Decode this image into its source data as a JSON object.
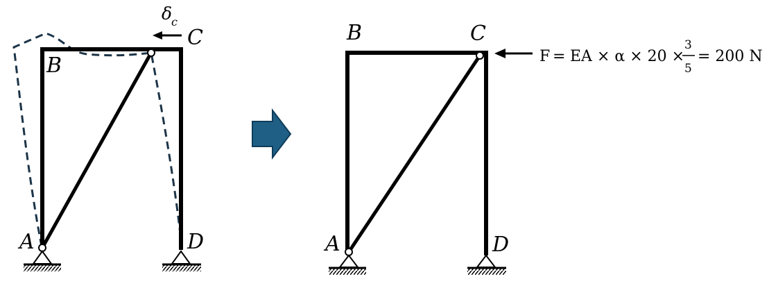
{
  "left_frame": {
    "labels": {
      "A": "A",
      "B": "B",
      "C": "C",
      "D": "D"
    },
    "displacement_symbol": "δ",
    "displacement_subscript": "c"
  },
  "right_frame": {
    "labels": {
      "A": "A",
      "B": "B",
      "C": "C",
      "D": "D"
    },
    "force_formula": {
      "lhs": "F",
      "middle": "EA × α × 20 ×",
      "fraction_numerator": "3",
      "fraction_denominator": "5",
      "rhs": "= 200 N"
    }
  },
  "colors": {
    "frame": "#000000",
    "deformed": "#1c3448",
    "arrow_fill": "#1f5f86",
    "arrow_stroke": "#0f3d5a"
  }
}
